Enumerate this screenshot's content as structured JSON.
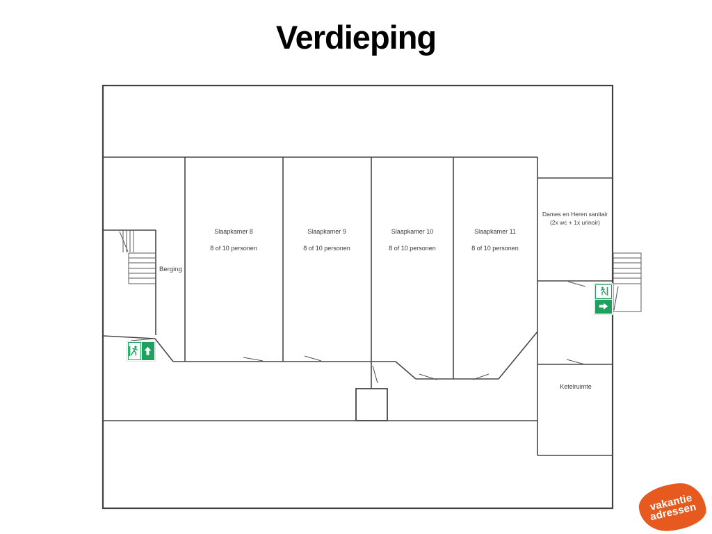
{
  "title": "Verdieping",
  "plan": {
    "rooms": [
      {
        "name": "Slaapkamer 8",
        "capacity": "8 of 10 personen"
      },
      {
        "name": "Slaapkamer 9",
        "capacity": "8 of 10 personen"
      },
      {
        "name": "Slaapkamer 10",
        "capacity": "8 of 10 personen"
      },
      {
        "name": "Slaapkamer 11",
        "capacity": "8 of 10 personen"
      }
    ],
    "berging_label": "Berging",
    "sanitair_line1": "Dames en Heren sanitair",
    "sanitair_line2": "(2x wc + 1x urinoir)",
    "ketelruimte_label": "Ketelruimte"
  },
  "icons": {
    "exit_left": "emergency-exit-up-icon",
    "exit_right": "emergency-exit-right-icon",
    "stairs_left": "stairs-icon",
    "stairs_right": "stairs-icon"
  },
  "colors": {
    "exit_green": "#1ea05f",
    "logo_orange": "#e65a1f",
    "wall_line": "#3f3f3f"
  },
  "logo": {
    "line1": "vakantie",
    "line2": "adressen"
  }
}
